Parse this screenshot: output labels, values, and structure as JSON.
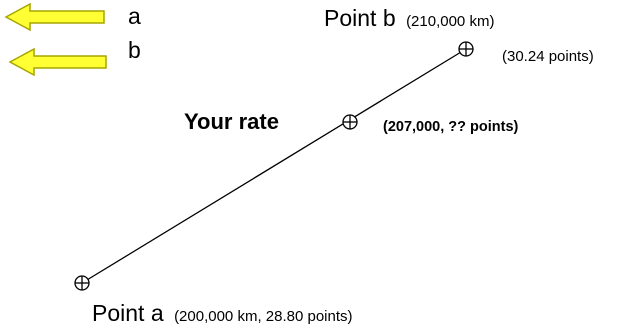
{
  "legend": [
    {
      "label": "a",
      "color": "#ffff33"
    },
    {
      "label": "b",
      "color": "#ffff33"
    }
  ],
  "point_b": {
    "name": "Point b",
    "detail": "(210,000 km)",
    "value": "(30.24 points)"
  },
  "your_rate": {
    "name": "Your rate",
    "detail": "(207,000, ?? points)"
  },
  "point_a": {
    "name": "Point a",
    "detail": "(200,000 km, 28.80 points)"
  },
  "icons": {
    "marker": "crosshair-circle-icon",
    "legend": "left-arrow-icon"
  },
  "colors": {
    "arrow_fill": "#ffff33",
    "arrow_stroke": "#a6a600",
    "line": "#000000"
  }
}
